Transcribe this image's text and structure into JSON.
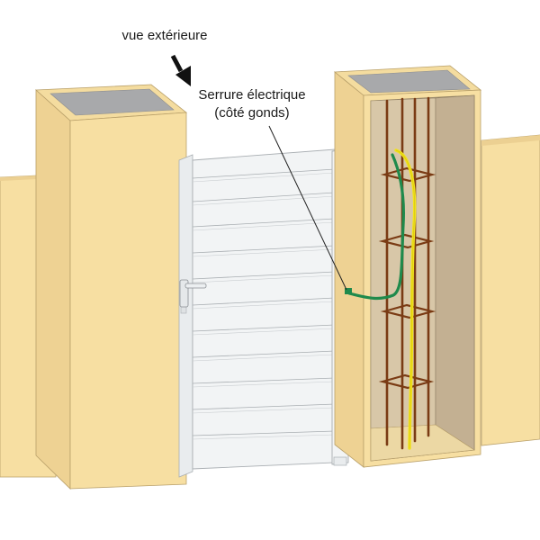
{
  "labels": {
    "view": "vue extérieure",
    "lock_line1": "Serrure électrique",
    "lock_line2": "(côté gonds)"
  },
  "colors": {
    "pillar_front": "#f7dfa2",
    "pillar_side": "#eed293",
    "pillar_top": "#a8a9ab",
    "wall": "#f7dfa2",
    "gate": "#f2f4f5",
    "gate_line": "#a9aeb2",
    "formwork_inner": "#c7b69a",
    "rebar": "#7a3b14",
    "wire_green": "#1f8a4c",
    "wire_yellow": "#f2e31a",
    "outline": "#6d6e70"
  }
}
